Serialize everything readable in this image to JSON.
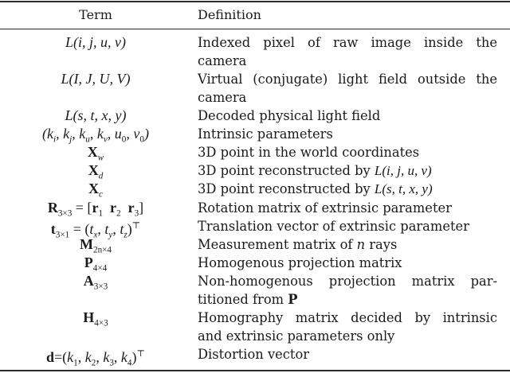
{
  "table": {
    "headers": {
      "term": "Term",
      "definition": "Definition"
    },
    "rows": [
      {
        "term": "L(i, j, u, v)",
        "definition_lines": [
          "Indexed pixel of raw image inside the",
          "camera"
        ]
      },
      {
        "term": "L(I, J, U, V)",
        "definition_lines": [
          "Virtual (conjugate) light field outside the",
          "camera"
        ]
      },
      {
        "term": "L(s, t, x, y)",
        "definition_lines": [
          "Decoded physical light field"
        ]
      },
      {
        "term": "(k_i, k_j, k_u, k_v, u_0, v_0)",
        "definition_lines": [
          "Intrinsic parameters"
        ]
      },
      {
        "term": "X_w",
        "definition_lines": [
          "3D point in the world coordinates"
        ]
      },
      {
        "term": "X_d",
        "definition_lines": [
          "3D point reconstructed by L(i, j, u, v)"
        ]
      },
      {
        "term": "X_c",
        "definition_lines": [
          "3D point reconstructed by L(s, t, x, y)"
        ]
      },
      {
        "term": "R_3×3 = [r_1 r_2 r_3]",
        "definition_lines": [
          "Rotation matrix of extrinsic parameter"
        ]
      },
      {
        "term": "t_3×1 = (t_x, t_y, t_z)^⊤",
        "definition_lines": [
          "Translation vector of extrinsic parameter"
        ]
      },
      {
        "term": "M_2n×4",
        "definition_lines": [
          "Measurement matrix of n rays"
        ]
      },
      {
        "term": "P_4×4",
        "definition_lines": [
          "Homogenous projection matrix"
        ]
      },
      {
        "term": "A_3×3",
        "definition_lines": [
          "Non-homogenous projection matrix par-",
          "titioned from P"
        ]
      },
      {
        "term": "H_4×3",
        "definition_lines": [
          "Homography matrix decided by intrinsic",
          "and extrinsic parameters only"
        ]
      },
      {
        "term": "d = (k_1, k_2, k_3, k_4)^⊤",
        "definition_lines": [
          "Distortion vector"
        ]
      }
    ]
  },
  "display": {
    "r0": {
      "def0": "Indexed pixel of raw image inside the",
      "def1": "camera"
    },
    "r1": {
      "def0": "Virtual (conjugate) light field outside the",
      "def1": "camera"
    },
    "r2": {
      "def0": "Decoded physical light field"
    },
    "r3": {
      "def0": "Intrinsic parameters"
    },
    "r4": {
      "def0": "3D point in the world coordinates"
    },
    "r5": {
      "def0": "3D point reconstructed by "
    },
    "r6": {
      "def0": "3D point reconstructed by "
    },
    "r7": {
      "def0": "Rotation matrix of extrinsic parameter"
    },
    "r8": {
      "def0": "Translation vector of extrinsic parameter"
    },
    "r9": {
      "def0a": "Measurement matrix of ",
      "def0b": " rays",
      "n": "n"
    },
    "r10": {
      "def0": "Homogenous projection matrix"
    },
    "r11": {
      "def0": "Non-homogenous projection matrix par-",
      "def1": "titioned from ",
      "P": "P"
    },
    "r12": {
      "def0": "Homography matrix decided by intrinsic",
      "def1": "and extrinsic parameters only"
    },
    "r13": {
      "def0": "Distortion vector"
    }
  },
  "math": {
    "L": "L",
    "X": "X",
    "R": "R",
    "t": "t",
    "M": "M",
    "P": "P",
    "A": "A",
    "H": "H",
    "d": "d",
    "ijuv": "(i, j, u, v)",
    "IJUV": "(I, J, U, V)",
    "stxy": "(s, t, x, y)",
    "k": "k",
    "u": "u",
    "v": "v",
    "w": "w",
    "dsub": "d",
    "c": "c",
    "i": "i",
    "j": "j",
    "zero": "0",
    "s33": "3×3",
    "s31": "3×1",
    "s2n4": "2n×4",
    "s44": "4×4",
    "s43": "4×3",
    "top": "⊤",
    "eq": " = ",
    "eq_tight": "=",
    "r1": "r",
    "one": "1",
    "two": "2",
    "three": "3",
    "four": "4",
    "tx": "x",
    "ty": "y",
    "tz": "z",
    "lparen": "(",
    "rparen": ")",
    "comma": ", ",
    "lbrack": "[",
    "rbrack": "]",
    "sp": " "
  }
}
